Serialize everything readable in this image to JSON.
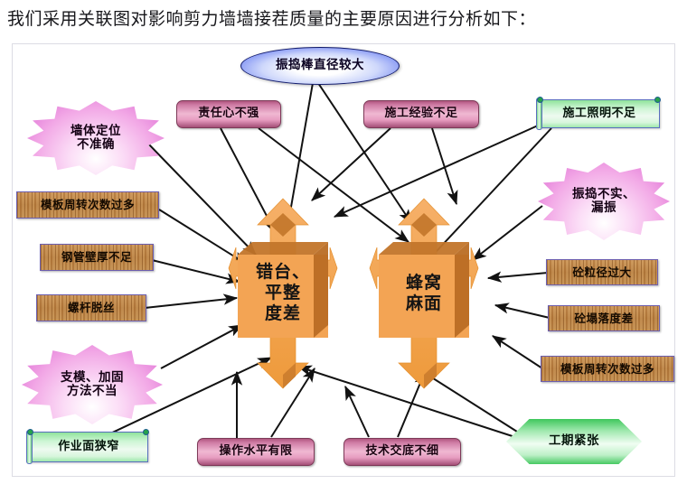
{
  "title": "我们采用关联图对影响剪力墙墙接茬质量的主要原因进行分析如下：",
  "diagram": {
    "type": "relation-diagram",
    "center_nodes": [
      {
        "id": "c1",
        "label": "错台、\n平整\n度差",
        "shape": "four-way-arrow",
        "color": "#f0a14a"
      },
      {
        "id": "c2",
        "label": "蜂窝\n麻面",
        "shape": "four-way-arrow",
        "color": "#f0a14a"
      }
    ],
    "cause_nodes": [
      {
        "id": "n1",
        "label": "振捣棒直径较大",
        "shape": "ellipse",
        "color": "#2433d6"
      },
      {
        "id": "n2",
        "label": "责任心不强",
        "shape": "rounded-rect",
        "color": "#cf7ba4"
      },
      {
        "id": "n3",
        "label": "施工经验不足",
        "shape": "rounded-rect",
        "color": "#cf7ba4"
      },
      {
        "id": "n4",
        "label": "施工照明不足",
        "shape": "scroll",
        "color": "#8fe39b"
      },
      {
        "id": "n5",
        "label": "墙体定位\n不准确",
        "shape": "star",
        "color": "#f2a8e6"
      },
      {
        "id": "n6",
        "label": "振捣不实、\n漏振",
        "shape": "star",
        "color": "#f2a8e6"
      },
      {
        "id": "n7",
        "label": "模板周转次数过多",
        "shape": "wood-rect",
        "color": "#b97f3f"
      },
      {
        "id": "n8",
        "label": "钢管壁厚不足",
        "shape": "wood-rect",
        "color": "#b97f3f"
      },
      {
        "id": "n9",
        "label": "螺杆脱丝",
        "shape": "wood-rect",
        "color": "#b97f3f"
      },
      {
        "id": "n10",
        "label": "砼粒径过大",
        "shape": "wood-rect",
        "color": "#b97f3f"
      },
      {
        "id": "n11",
        "label": "砼塌落度差",
        "shape": "wood-rect",
        "color": "#b97f3f"
      },
      {
        "id": "n12",
        "label": "模板周转次数过多",
        "shape": "wood-rect",
        "color": "#b97f3f"
      },
      {
        "id": "n13",
        "label": "支模、加固\n方法不当",
        "shape": "star",
        "color": "#f2a8e6"
      },
      {
        "id": "n14",
        "label": "作业面狭窄",
        "shape": "scroll",
        "color": "#8fe39b"
      },
      {
        "id": "n15",
        "label": "操作水平有限",
        "shape": "rounded-rect",
        "color": "#cf7ba4"
      },
      {
        "id": "n16",
        "label": "技术交底不细",
        "shape": "rounded-rect",
        "color": "#cf7ba4"
      },
      {
        "id": "n17",
        "label": "工期紧张",
        "shape": "hexagon",
        "color": "#46c962"
      }
    ]
  }
}
